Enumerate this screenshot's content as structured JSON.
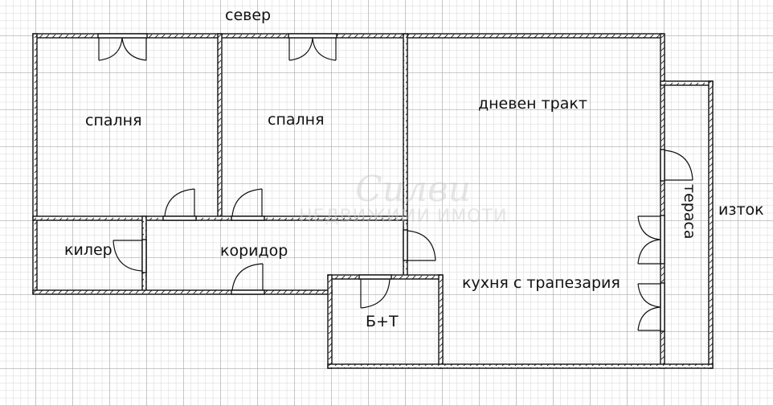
{
  "plan": {
    "title": "floor plan",
    "orientation": {
      "north_label": "север",
      "east_label": "изток"
    },
    "rooms": [
      {
        "id": "bedroom-1",
        "label": "спалня"
      },
      {
        "id": "bedroom-2",
        "label": "спалня"
      },
      {
        "id": "living",
        "label": "дневен тракт"
      },
      {
        "id": "kitchen",
        "label": "кухня с трапезария"
      },
      {
        "id": "terrace",
        "label": "тераса"
      },
      {
        "id": "pantry",
        "label": "килер"
      },
      {
        "id": "corridor",
        "label": "коридор"
      },
      {
        "id": "bathroom",
        "label": "Б+Т"
      }
    ],
    "watermark": {
      "script": "Силви",
      "subtitle": "НЕДВИЖИМИ ИМОТИ"
    },
    "colors": {
      "wall": "#111111",
      "grid_minor": "#d4d4d4",
      "grid_major": "#a8a8a8",
      "background": "#ffffff"
    }
  }
}
